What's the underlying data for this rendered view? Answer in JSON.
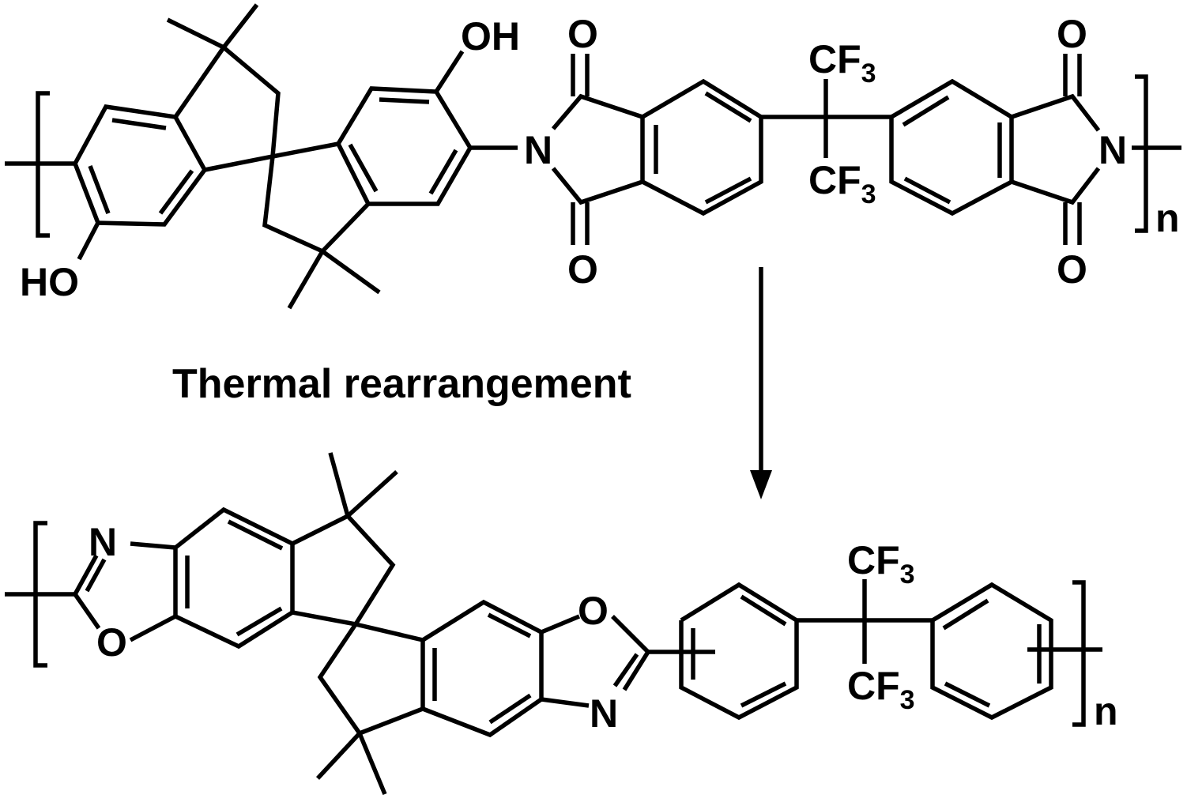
{
  "caption": "Thermal rearrangement",
  "atoms": {
    "oh": "OH",
    "ho": "HO",
    "o": "O",
    "n": "N",
    "cf": "CF",
    "three": "3",
    "repeat_n": "n"
  }
}
